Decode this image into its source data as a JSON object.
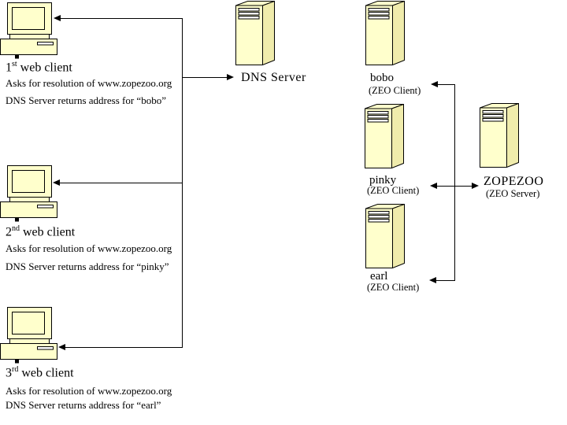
{
  "colors": {
    "device_fill": "#FFFFCC",
    "device_side": "#F0ECAC",
    "device_slot": "#FFFFFF",
    "line": "#000000",
    "background": "#FFFFFF"
  },
  "clients": [
    {
      "ordinal": "1",
      "suffix": "st",
      "title": " web client",
      "line1": "Asks for resolution of www.zopezoo.org",
      "line2": "DNS Server returns address for “bobo”"
    },
    {
      "ordinal": "2",
      "suffix": "nd",
      "title": " web client",
      "line1": "Asks for resolution of www.zopezoo.org",
      "line2": "DNS Server returns address for “pinky”"
    },
    {
      "ordinal": "3",
      "suffix": "rd",
      "title": " web client",
      "line1": "Asks for resolution of www.zopezoo.org",
      "line2": "DNS Server returns address for “earl”"
    }
  ],
  "dns": {
    "label": "DNS Server"
  },
  "zeo_nodes": [
    {
      "name": "bobo",
      "role": "(ZEO Client)"
    },
    {
      "name": "pinky",
      "role": "(ZEO Client)"
    },
    {
      "name": "earl",
      "role": "(ZEO Client)"
    },
    {
      "name": "ZOPEZOO",
      "role": "(ZEO Server)"
    }
  ]
}
